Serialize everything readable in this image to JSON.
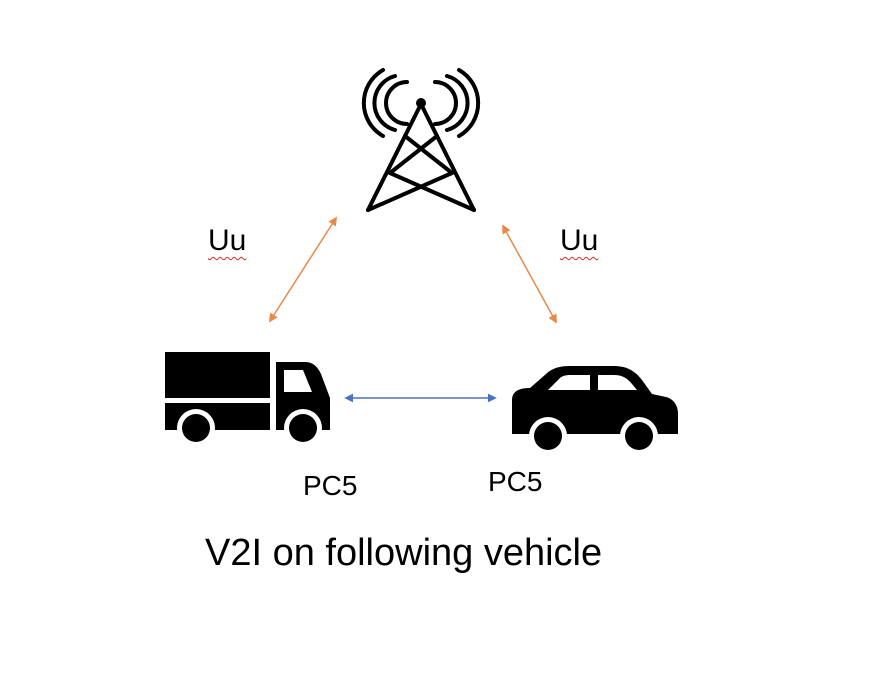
{
  "labels": {
    "uu_left": "Uu",
    "uu_right": "Uu",
    "pc5_truck": "PC5",
    "pc5_car": "PC5"
  },
  "caption": "V2I on following vehicle",
  "icons": {
    "tower": "cell-tower-icon",
    "truck": "truck-icon",
    "car": "car-icon"
  },
  "colors": {
    "uu_link": "#e8894a",
    "pc5_link": "#4a72c4",
    "icon": "#000000",
    "spellcheck_underline": "#d0302a"
  }
}
